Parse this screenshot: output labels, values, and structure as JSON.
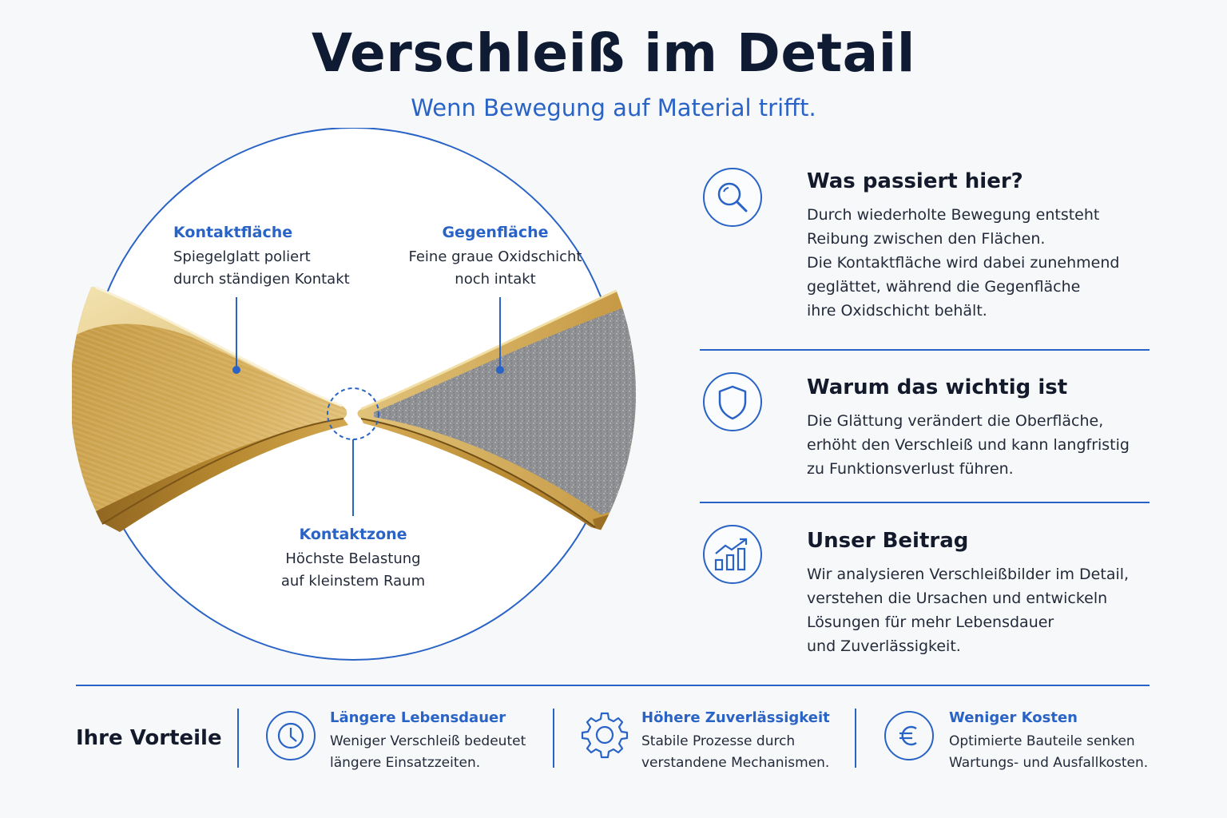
{
  "header": {
    "title": "Verschleiß im Detail",
    "subtitle": "Wenn Bewegung auf Material trifft."
  },
  "diagram": {
    "callouts": {
      "contact_surface": {
        "head": "Kontaktfläche",
        "line1": "Spiegelglatt poliert",
        "line2": "durch ständigen Kontakt"
      },
      "counter_surface": {
        "head": "Gegenfläche",
        "line1": "Feine graue Oxidschicht",
        "line2": "noch intakt"
      },
      "contact_zone": {
        "head": "Kontaktzone",
        "line1": "Höchste Belastung",
        "line2": "auf kleinstem Raum"
      }
    },
    "colors": {
      "accent": "#2a63c6",
      "brass_light": "#e9d49a",
      "brass_dark": "#b8862f",
      "oxide_gray": "#8d8f92"
    }
  },
  "info": [
    {
      "icon": "magnifier-icon",
      "head": "Was passiert hier?",
      "lines": [
        "Durch wiederholte Bewegung entsteht",
        "Reibung zwischen den Flächen.",
        "Die Kontaktfläche wird dabei zunehmend",
        "geglättet, während die Gegenfläche",
        "ihre Oxidschicht behält."
      ]
    },
    {
      "icon": "shield-icon",
      "head": "Warum das wichtig ist",
      "lines": [
        "Die Glättung verändert die Oberfläche,",
        "erhöht den Verschleiß und kann langfristig",
        "zu Funktionsverlust führen."
      ]
    },
    {
      "icon": "growth-chart-icon",
      "head": "Unser Beitrag",
      "lines": [
        "Wir analysieren Verschleißbilder im Detail,",
        "verstehen die Ursachen und entwickeln",
        "Lösungen für mehr Lebensdauer",
        "und Zuverlässigkeit."
      ]
    }
  ],
  "benefits": {
    "title": "Ihre Vorteile",
    "items": [
      {
        "icon": "clock-icon",
        "head": "Längere Lebensdauer",
        "line1": "Weniger Verschleiß bedeutet",
        "line2": "längere Einsatzzeiten."
      },
      {
        "icon": "gear-icon",
        "head": "Höhere Zuverlässigkeit",
        "line1": "Stabile Prozesse durch",
        "line2": "verstandene Mechanismen."
      },
      {
        "icon": "euro-icon",
        "head": "Weniger Kosten",
        "line1": "Optimierte Bauteile senken",
        "line2": "Wartungs- und Ausfallkosten."
      }
    ]
  }
}
